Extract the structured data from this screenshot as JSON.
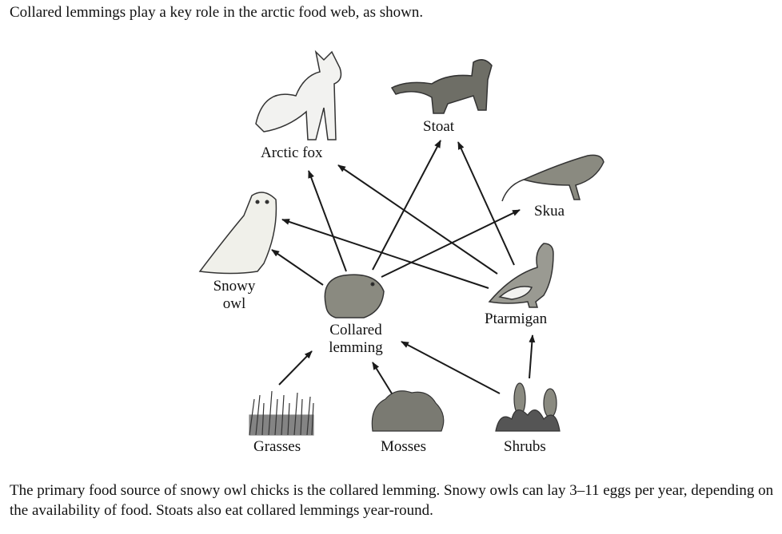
{
  "intro": "Collared lemmings play a key role in the arctic food web, as shown.",
  "organisms": {
    "arctic_fox": "Arctic fox",
    "stoat": "Stoat",
    "skua": "Skua",
    "snowy_owl_1": "Snowy",
    "snowy_owl_2": "owl",
    "lemming_1": "Collared",
    "lemming_2": "lemming",
    "ptarmigan": "Ptarmigan",
    "grasses": "Grasses",
    "mosses": "Mosses",
    "shrubs": "Shrubs"
  },
  "outro": "The primary food source of snowy owl chicks is the collared lemming. Snowy owls can lay 3–11 eggs per year, depending on the availability of food. Stoats also eat collared lemmings year-round.",
  "colors": {
    "ink": "#1a1a1a",
    "animal_gray": "#8a8a80",
    "animal_light": "#ecece8"
  }
}
